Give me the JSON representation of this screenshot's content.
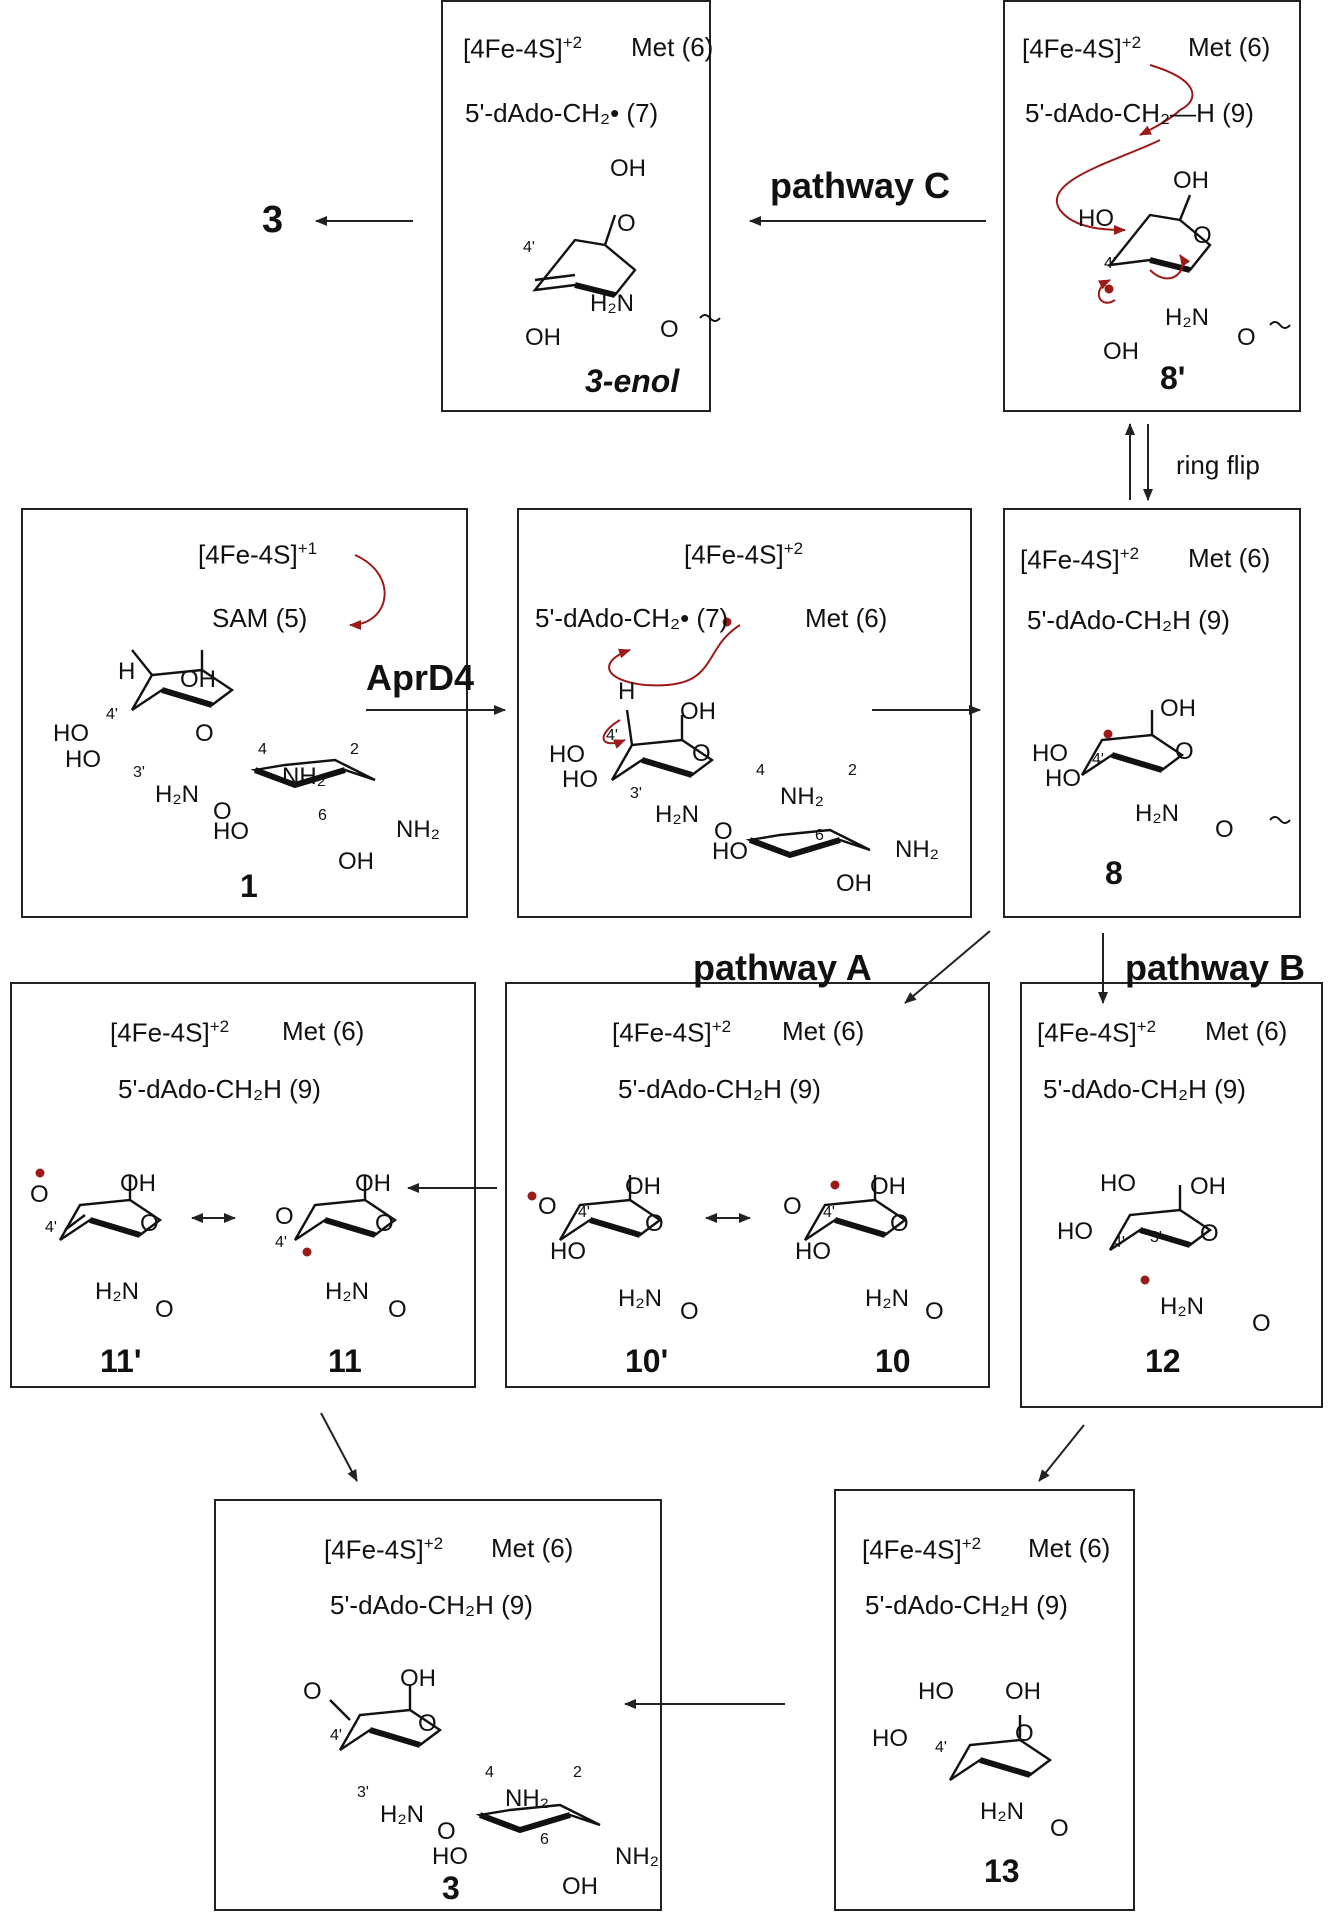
{
  "cluster": {
    "fe_plus1": "[4Fe-4S]",
    "charge_plus1": "+1",
    "fe_plus2": "[4Fe-4S]",
    "charge_plus2": "+2",
    "met": "Met (6)",
    "sam": "SAM (5)",
    "dado_radical": "5'-dAdo-CH₂• (7)",
    "dado_h": "5'-dAdo-CH₂H (9)",
    "dado_h_split": "5'-dAdo-CH₂—H (9)"
  },
  "labels": {
    "enzyme": "AprD4",
    "pathway_a": "pathway A",
    "pathway_b": "pathway B",
    "pathway_c": "pathway C",
    "ring_flip": "ring flip",
    "product_3": "3"
  },
  "compounds": {
    "c1": "1",
    "c3": "3",
    "c3_enol": "3-enol",
    "c8": "8",
    "c8p": "8'",
    "c10": "10",
    "c10p": "10'",
    "c11": "11",
    "c11p": "11'",
    "c12": "12",
    "c13": "13"
  },
  "atoms": {
    "oh": "OH",
    "ho": "HO",
    "h2n": "H₂N",
    "nh2": "NH₂",
    "o": "O",
    "h": "H",
    "pos4p": "4'",
    "pos3p": "3'",
    "pos4": "4",
    "pos2": "2",
    "pos6": "6"
  },
  "colors": {
    "radical": "#9b1b1b",
    "arrow": "#222222"
  }
}
